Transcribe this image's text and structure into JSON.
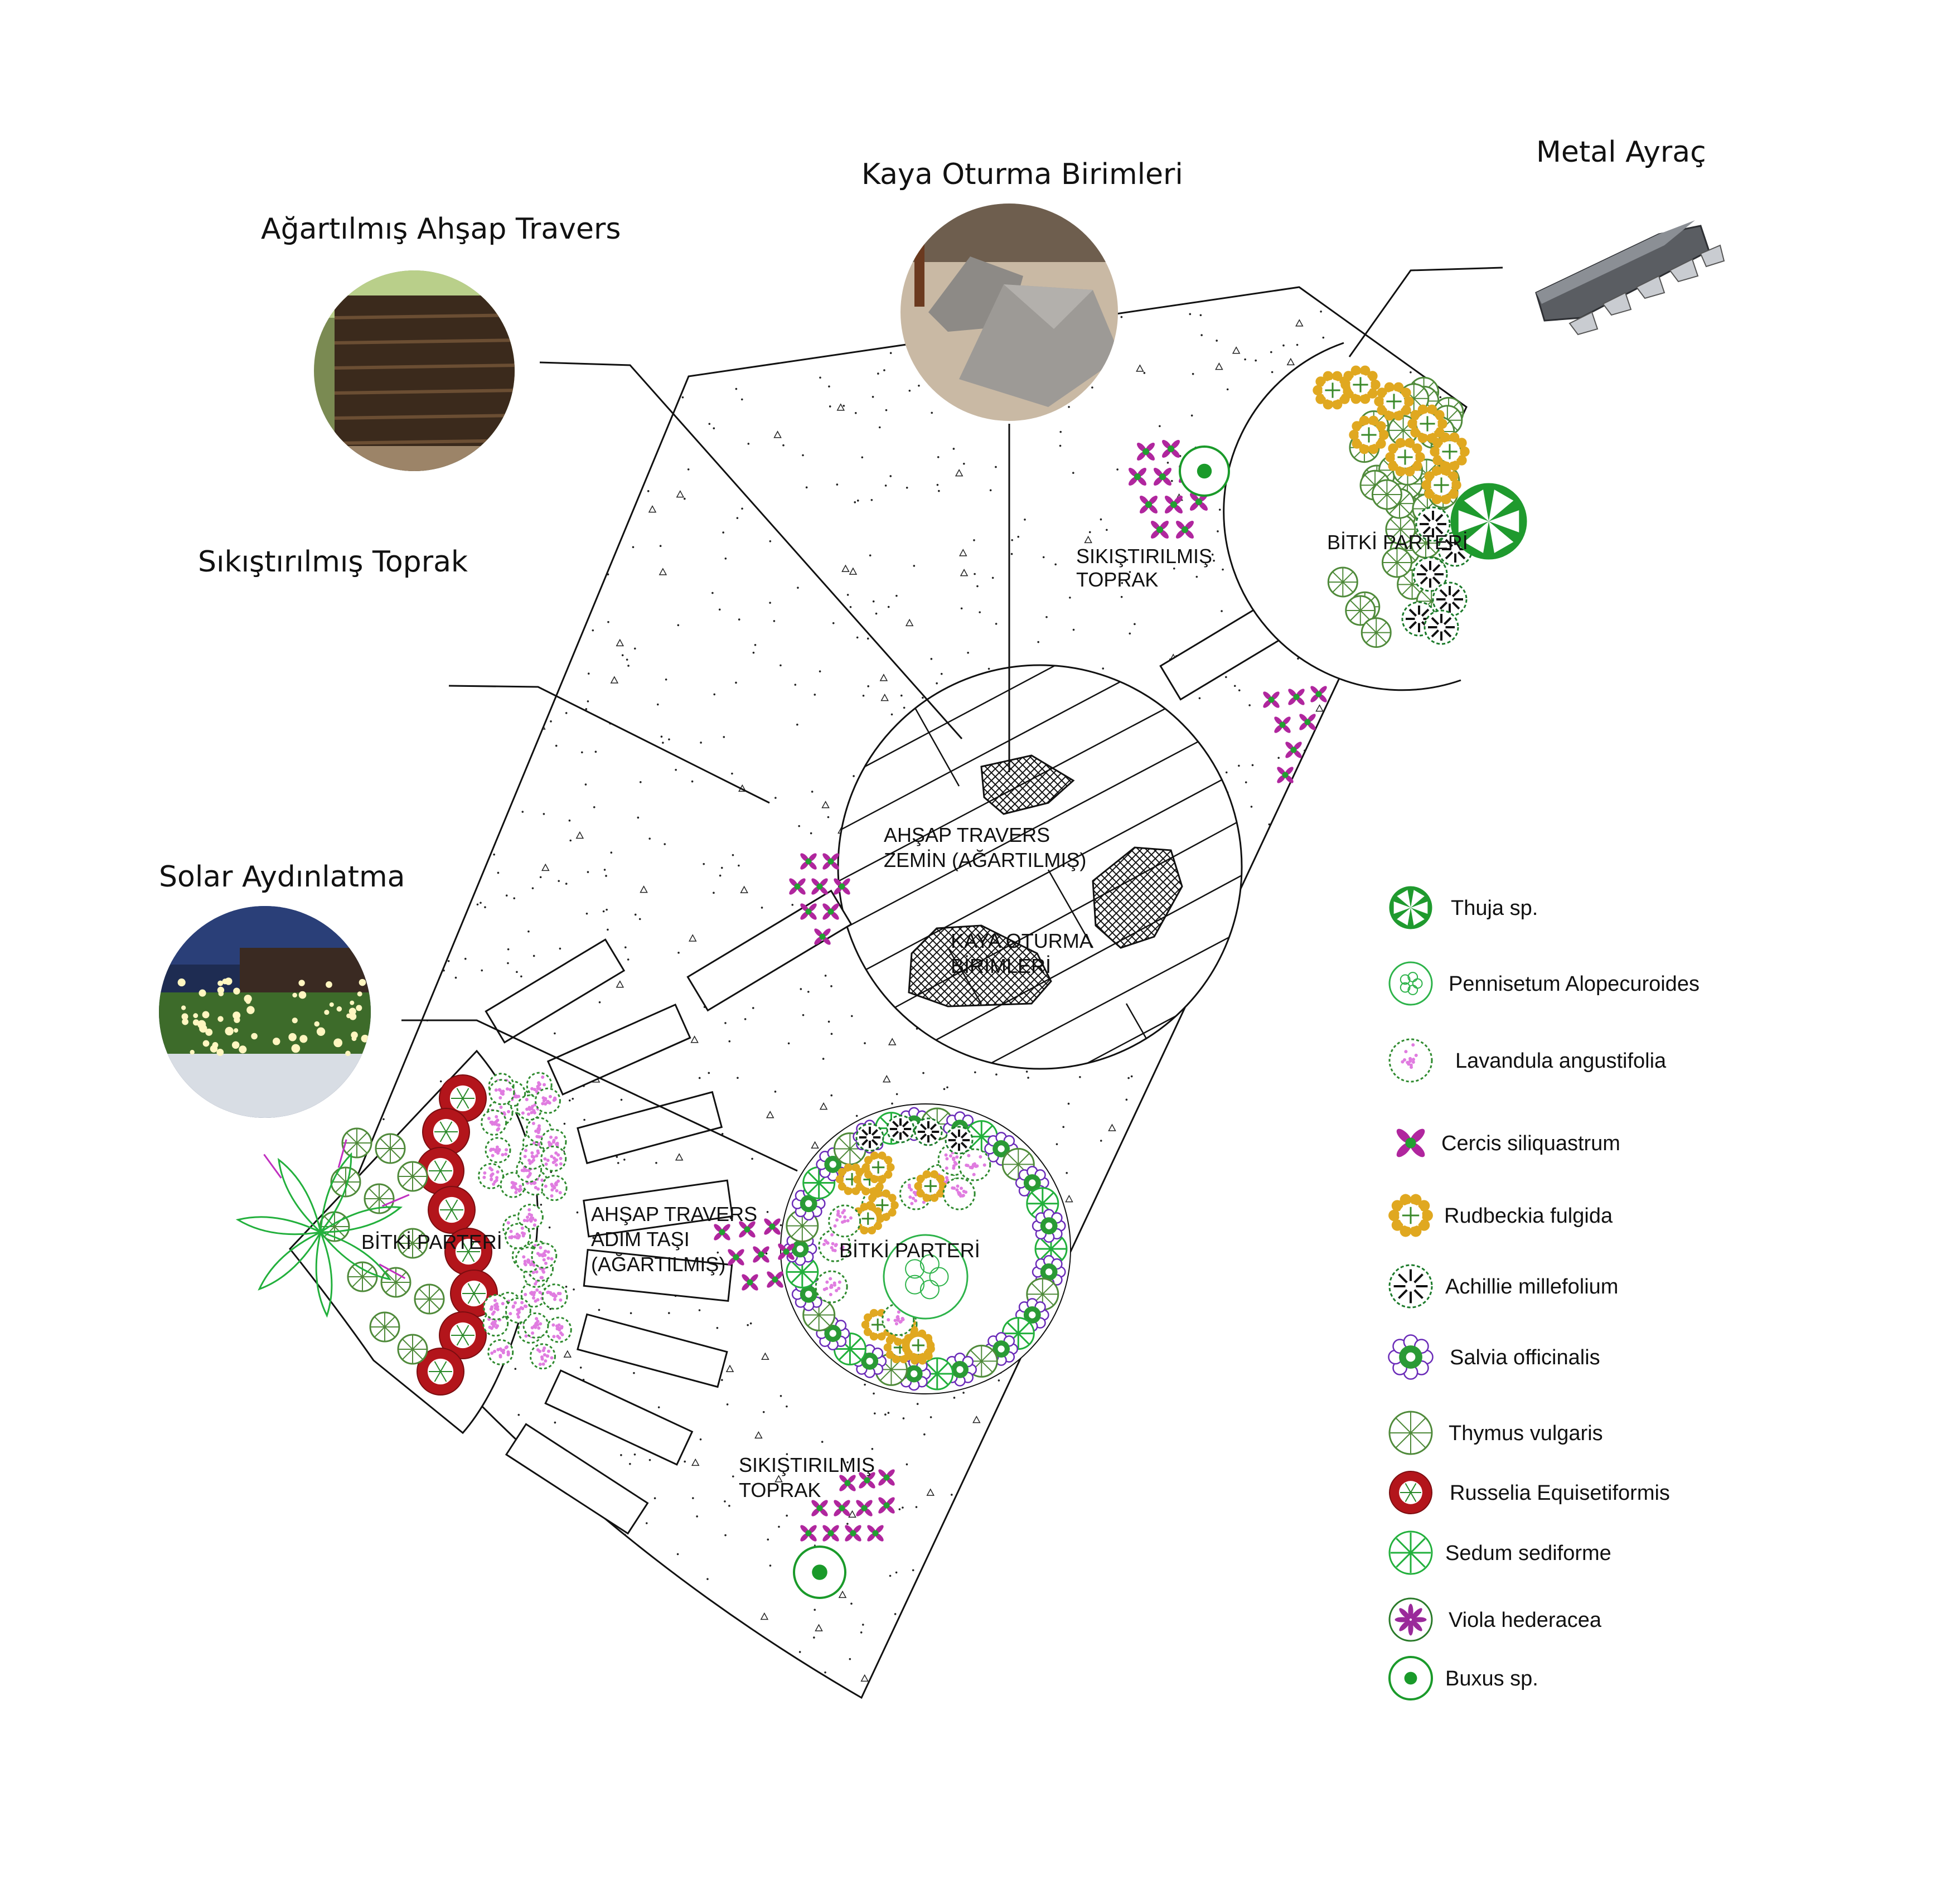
{
  "callouts": {
    "wood": "Ağartılmış Ahşap Travers",
    "rock": "Kaya Oturma Birimleri",
    "metal": "Metal Ayraç",
    "soil": "Sıkıştırılmış Toprak",
    "solar": "Solar Aydınlatma"
  },
  "plan_labels": {
    "soil_top_1": "SIKIŞTIRILMIŞ",
    "soil_top_2": "TOPRAK",
    "deck_1": "AHŞAP TRAVERS",
    "deck_2": "ZEMİN (AĞARTILMIŞ)",
    "seat_1": "KAYA OTURMA",
    "seat_2": "BİRİMLERİ",
    "bed_ne": "BİTKİ PARTERİ",
    "bed_w": "BİTKİ PARTERİ",
    "bed_c": "BİTKİ PARTERİ",
    "step_1": "AHŞAP TRAVERS",
    "step_2": "ADIM TAŞI",
    "step_3": "(AĞARTILMIŞ)",
    "soil_bottom_1": "SIKIŞTIRILMIŞ",
    "soil_bottom_2": "TOPRAK"
  },
  "legend": [
    {
      "name": "Thuja sp.",
      "icon": "thuja-icon",
      "color": "#1f9a2e"
    },
    {
      "name": "Pennisetum Alopecuroides",
      "icon": "pennisetum-icon",
      "color": "#2db34a"
    },
    {
      "name": "Lavandula angustifolia",
      "icon": "lavandula-icon",
      "color": "#e07ce0"
    },
    {
      "name": "Cercis siliquastrum",
      "icon": "cercis-icon",
      "color": "#b0269e"
    },
    {
      "name": "Rudbeckia fulgida",
      "icon": "rudbeckia-icon",
      "color": "#e0a820"
    },
    {
      "name": "Achillie millefolium",
      "icon": "achillea-icon",
      "color": "#1b7a2a"
    },
    {
      "name": "Salvia officinalis",
      "icon": "salvia-icon",
      "color": "#6a2bb8"
    },
    {
      "name": "Thymus vulgaris",
      "icon": "thymus-icon",
      "color": "#4f8a3a"
    },
    {
      "name": "Russelia Equisetiformis",
      "icon": "russelia-icon",
      "color": "#b3151b"
    },
    {
      "name": "Sedum sediforme",
      "icon": "sedum-icon",
      "color": "#22b03c"
    },
    {
      "name": "Viola hederacea",
      "icon": "viola-icon",
      "color": "#9a2a9a"
    },
    {
      "name": "Buxus sp.",
      "icon": "buxus-icon",
      "color": "#1a9a2a"
    }
  ]
}
